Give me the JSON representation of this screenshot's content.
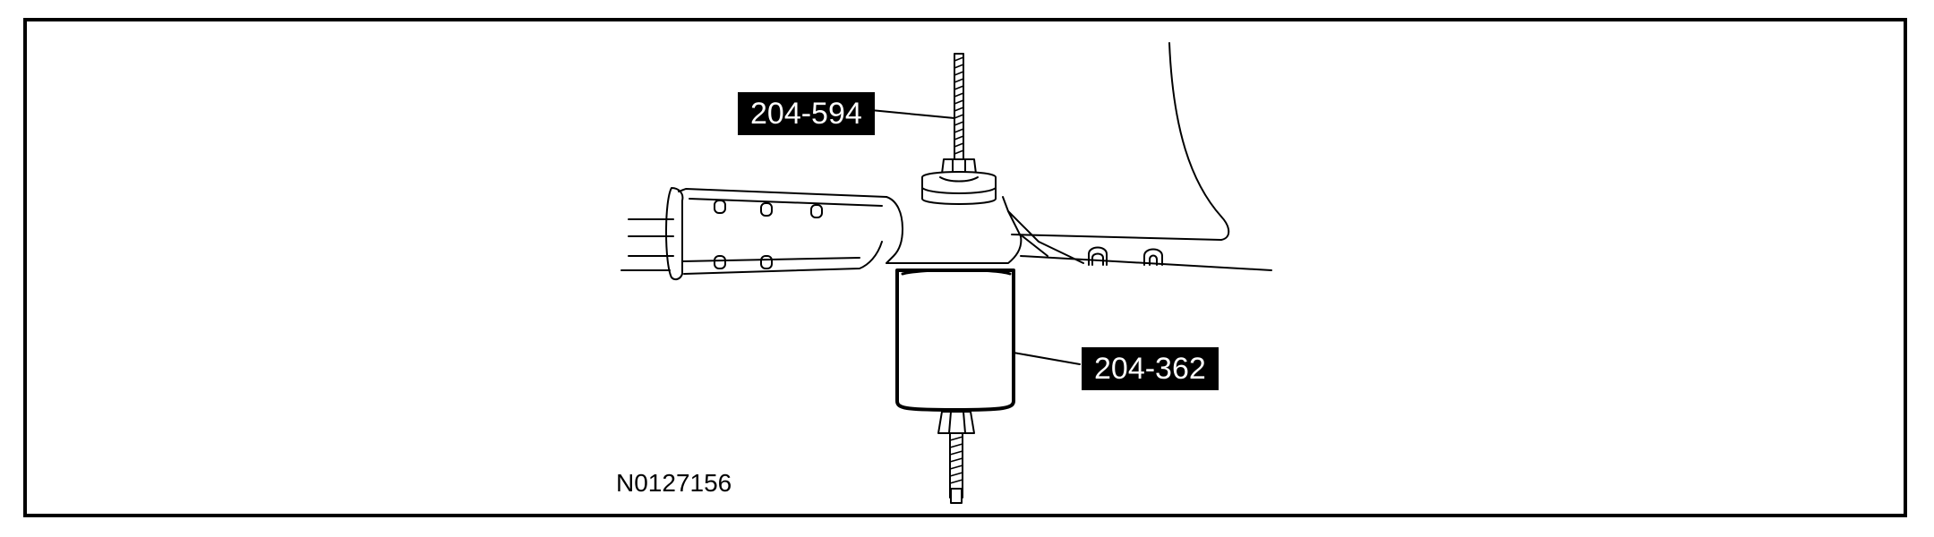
{
  "figure": {
    "callouts": [
      {
        "label": "204-594"
      },
      {
        "label": "204-362"
      }
    ],
    "figure_id": "N0127156"
  },
  "colors": {
    "ink": "#000000",
    "paper": "#ffffff"
  }
}
